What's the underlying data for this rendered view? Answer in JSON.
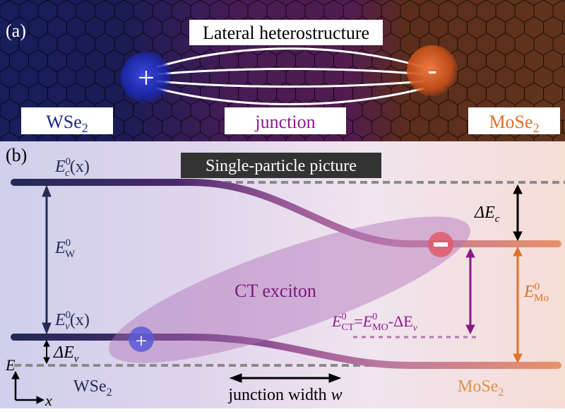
{
  "panel_a": {
    "panel_label": "(a)",
    "title": "Lateral heterostructure",
    "left_material": {
      "base": "WSe",
      "sub": "2"
    },
    "middle_label": "junction",
    "right_material": {
      "base": "MoSe",
      "sub": "2"
    },
    "plus_symbol": "+",
    "minus_symbol": "-"
  },
  "panel_b": {
    "panel_label": "(b)",
    "title": "Single-particle picture",
    "ec_label": {
      "base": "E",
      "sup": "0",
      "sub": "c",
      "suffix": "(x)"
    },
    "ev_label": {
      "base": "E",
      "sup": "0",
      "sub": "v",
      "suffix": "(x)"
    },
    "ew_label": {
      "base": "E",
      "sup": "0",
      "sub": "W"
    },
    "emo_label": {
      "base": "E",
      "sup": "0",
      "sub": "Mo"
    },
    "delta_ev": {
      "base": "ΔE",
      "sub": "v"
    },
    "delta_ec": {
      "base": "ΔE",
      "sub": "c"
    },
    "ct_formula": {
      "e1": "E",
      "sup1": "0",
      "sub1": "CT",
      "eq": "=",
      "e2": "E",
      "sup2": "0",
      "sub2": "MO",
      "tail": "-ΔE",
      "sub3": "v"
    },
    "exciton_label": "CT exciton",
    "energy_axis": "E",
    "position_axis": "x",
    "left_material": {
      "base": "WSe",
      "sub": "2"
    },
    "right_material": {
      "base": "MoSe",
      "sub": "2"
    },
    "junction_width": {
      "text": "junction width ",
      "var": "w"
    }
  },
  "colors": {
    "wse2": "#1a2a8c",
    "junction": "#8b1a8b",
    "mose2": "#e0702a",
    "navy": "#232a55",
    "purple": "#8a1a8a"
  }
}
